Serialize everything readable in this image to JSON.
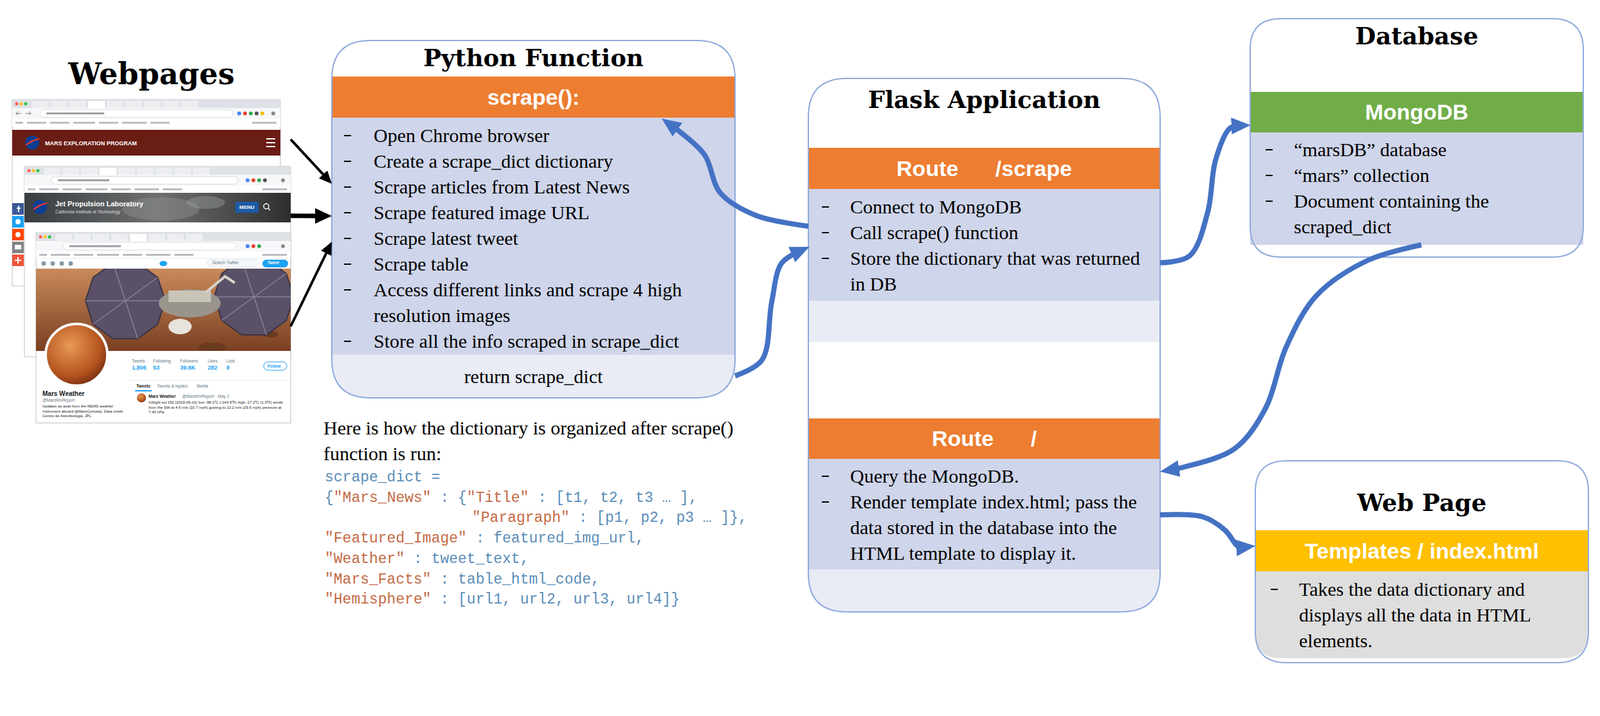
{
  "diagram": {
    "nodes": [
      {
        "text": [
          "Webpages"
        ]
      },
      {
        "text": [
          "Python Function"
        ]
      },
      {
        "text": [
          "scrape():"
        ],
        "in": 1
      },
      {
        "text": [
          "Open Chrome browser",
          "Create a scrape_dict dictionary",
          "Scrape articles from Latest News",
          "Scrape featured image URL",
          "Scrape latest tweet",
          "Scrape table",
          "Access different links and scrape 4 high resolution images",
          "Store all the info scraped in scrape_dict"
        ],
        "in": 1
      },
      {
        "text": [
          "return scrape_dict"
        ],
        "in": 1
      },
      {
        "text": [
          "Flask Application"
        ]
      },
      {
        "text": [
          "Route /scrape"
        ],
        "in": 5
      },
      {
        "text": [
          "Connect to MongoDB",
          "Call scrape() function",
          "Store the dictionary that was returned in DB"
        ],
        "in": 5
      },
      {
        "text": [
          "Route /"
        ],
        "in": 5
      },
      {
        "text": [
          "Query the MongoDB.",
          "Render template index.html; pass the data stored in the database into the HTML template to display it."
        ],
        "in": 5
      },
      {
        "text": [
          "Database"
        ]
      },
      {
        "text": [
          "MongoDB"
        ],
        "in": 10
      },
      {
        "text": [
          "“marsDB” database",
          "“mars” collection",
          "Document containing the scraped_dict"
        ],
        "in": 10
      },
      {
        "text": [
          "Web Page"
        ]
      },
      {
        "text": [
          "Templates / index.html"
        ],
        "in": 13
      },
      {
        "text": [
          "Takes the data dictionary and displays all the data in HTML elements."
        ],
        "in": 13
      }
    ],
    "edges": [
      {
        "from": 0,
        "to": 1,
        "arrow": "to"
      },
      {
        "from": 0,
        "to": 1,
        "arrow": "to"
      },
      {
        "from": 0,
        "to": 1,
        "arrow": "to"
      },
      {
        "from": 7,
        "to": 2,
        "arrow": "to"
      },
      {
        "from": 4,
        "to": 7,
        "arrow": "to"
      },
      {
        "from": 7,
        "to": 11,
        "arrow": "to"
      },
      {
        "from": 12,
        "to": 9,
        "arrow": "to"
      },
      {
        "from": 9,
        "to": 14,
        "arrow": "to"
      }
    ],
    "labels": [
      "MARS EXPLORATION PROGRAM",
      "Jet Propulsion Laboratory",
      "California Institute of Technology",
      "MENU",
      "Search Twitter",
      "Tweet",
      "Tweets",
      "1,806",
      "Following",
      "53",
      "Followers",
      "39.6K",
      "Likes",
      "282",
      "Lists",
      "9",
      "Follow",
      "Mars Weather",
      "@MarsWxReport",
      "Updates as avail from the REMS weather instrument aboard @MarsCuriosity. Data credit: Centro de Astrobiologia, JPL",
      "Tweets",
      "Tweets & replies",
      "Media",
      "Mars Weather",
      "@MarsWxReport · May 2",
      "InSight sol 152 (2019-05-01) low -98.1ºC (-144.5ºF) high -17.2ºC (1.0ºF) winds from the SW at 4.6 m/s (10.7 mph) gusting to 13.2 m/s (29.5 mph) pressure at 7.40 hPa",
      "Here is how the dictionary is organized after scrape() function is run:",
      "scrape_dict =",
      "{\"Mars_News\" : {\"Title\" : [t1, t2, t3 … ],",
      "\"Paragraph\" : [p1, p2, p3 … ]},",
      "\"Featured_Image\" : featured_img_url,",
      "\"Weather\" : tweet_text,",
      "\"Mars_Facts\" : table_html_code,",
      "\"Hemisphere\" : [url1, url2, url3, url4]}"
    ]
  }
}
